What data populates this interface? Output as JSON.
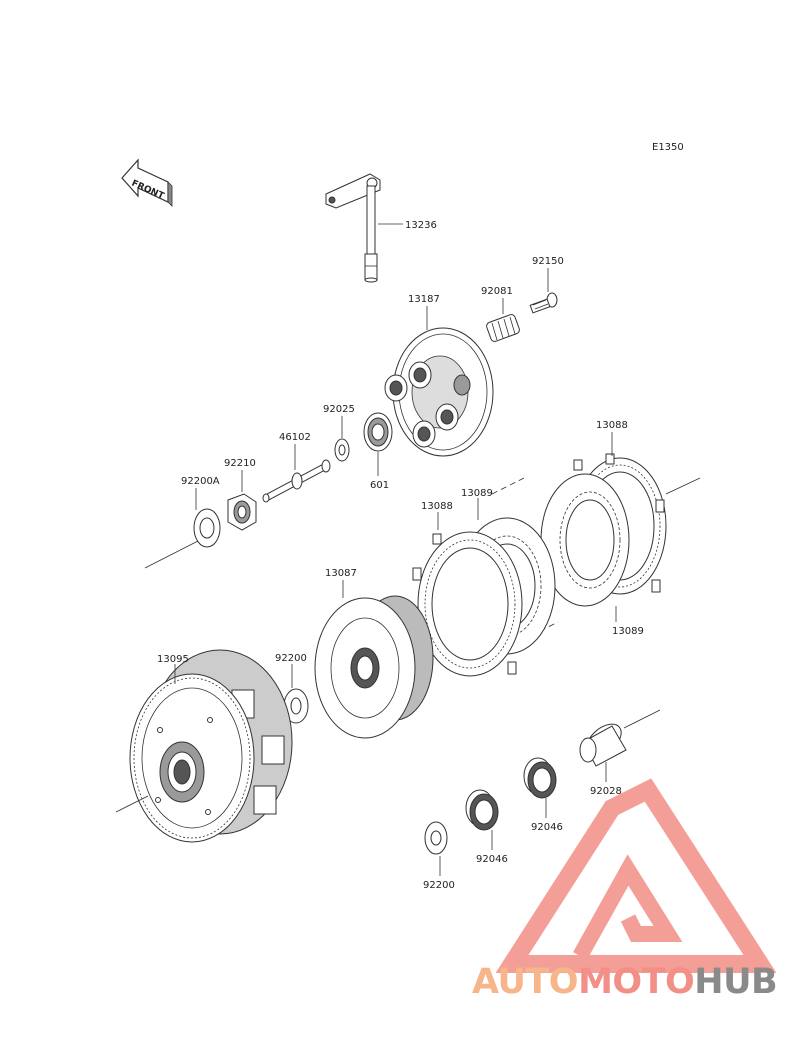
{
  "diagram_code": "E1350",
  "front_label": "FRONT",
  "parts": [
    {
      "id": "p13236",
      "number": "13236"
    },
    {
      "id": "p92150",
      "number": "92150"
    },
    {
      "id": "p92081",
      "number": "92081"
    },
    {
      "id": "p13187",
      "number": "13187"
    },
    {
      "id": "p92025",
      "number": "92025"
    },
    {
      "id": "p46102",
      "number": "46102"
    },
    {
      "id": "p601",
      "number": "601"
    },
    {
      "id": "p92210",
      "number": "92210"
    },
    {
      "id": "p92200A",
      "number": "92200A"
    },
    {
      "id": "p13088a",
      "number": "13088"
    },
    {
      "id": "p13089a",
      "number": "13089"
    },
    {
      "id": "p13088b",
      "number": "13088"
    },
    {
      "id": "p13089b",
      "number": "13089"
    },
    {
      "id": "p13087",
      "number": "13087"
    },
    {
      "id": "p13095",
      "number": "13095"
    },
    {
      "id": "p92200a",
      "number": "92200"
    },
    {
      "id": "p92028",
      "number": "92028"
    },
    {
      "id": "p92046a",
      "number": "92046"
    },
    {
      "id": "p92046b",
      "number": "92046"
    },
    {
      "id": "p92200b",
      "number": "92200"
    }
  ],
  "watermark": {
    "part1": "AUTO",
    "part2": "MOTO",
    "part3": "HUB",
    "colors": {
      "triangle": "#f28f86",
      "auto": "#f6b58a",
      "moto": "#f28f86",
      "hub": "#8a8a8a"
    }
  }
}
